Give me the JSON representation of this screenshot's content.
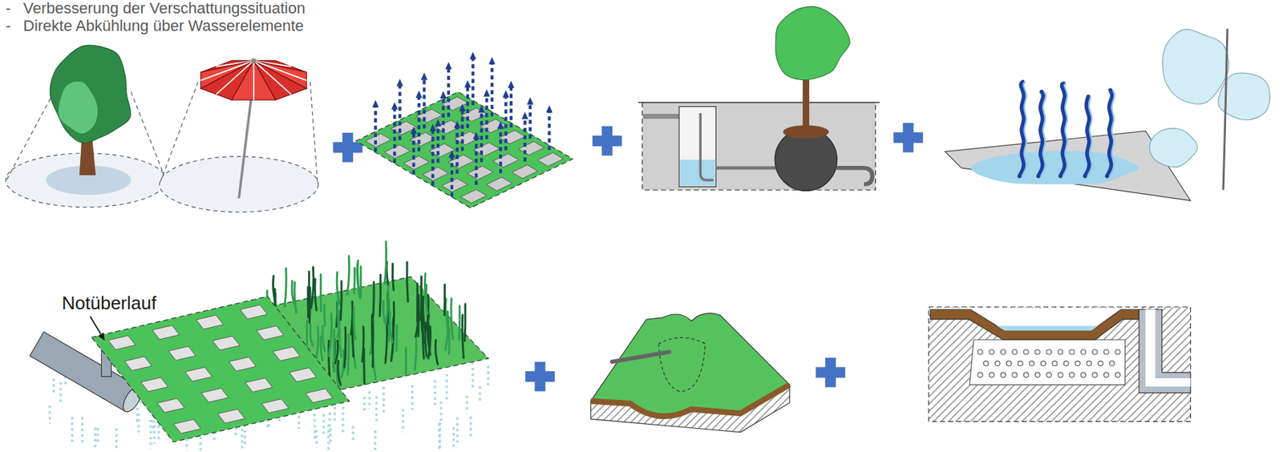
{
  "diagram": {
    "labels": [
      "-",
      "Verbesserung der Verschattungssituation",
      "-",
      "Direkte Abkühlung über Wasserelemente",
      "Notüberlauf"
    ]
  }
}
